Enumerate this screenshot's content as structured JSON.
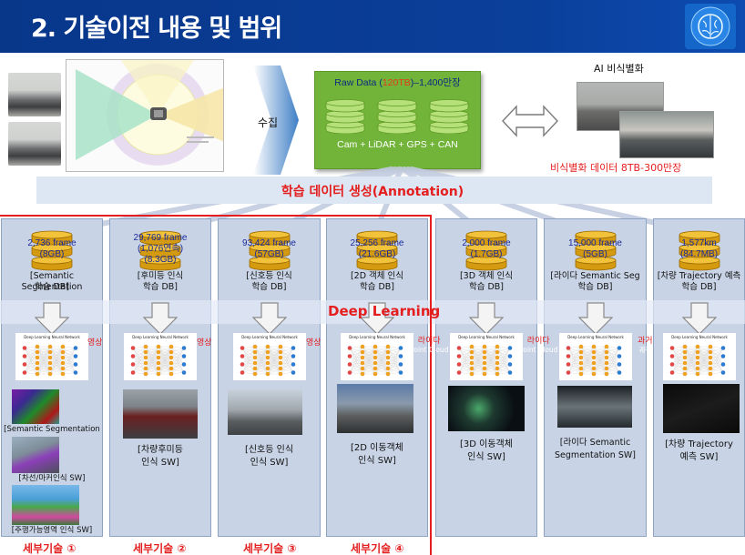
{
  "title": "2. 기술이전 내용 및 범위",
  "collect_label": "수집",
  "raw_data": {
    "title_prefix": "Raw Data (",
    "title_accent": "120TB",
    "title_suffix": ")–1,400만장",
    "sensors": "Cam + LiDAR + GPS + CAN"
  },
  "ai_anonymize": {
    "label": "AI 비식별화",
    "data_label": "비식별화 데이터 8TB-300만장"
  },
  "annotation_label": "학습 데이터 생성(Annotation)",
  "deep_learning_label": "Deep Learning",
  "network_title": "Deep Learning Neural Network",
  "columns": [
    {
      "stat1": "2,736 frame",
      "stat2": "(8GB)",
      "name1": "[Semantic Segmentation",
      "name2": "학습 DB]",
      "input1": "영상",
      "input2": ""
    },
    {
      "stat1": "29,769 frame",
      "stat2": "(1,076연속)",
      "stat3": "(8.3GB)",
      "name1": "[후미등 인식",
      "name2": "학습 DB]",
      "input1": "영상",
      "input2": "",
      "caption1": "[차량후미등",
      "caption2": "인식 SW]"
    },
    {
      "stat1": "93,424 frame",
      "stat2": "(57GB)",
      "name1": "[신호등 인식",
      "name2": "학습 DB]",
      "input1": "영상",
      "input2": "",
      "caption1": "[신호등 인식",
      "caption2": "인식 SW]"
    },
    {
      "stat1": "25,256 frame",
      "stat2": "(21.6GB)",
      "name1": "[2D 객체 인식",
      "name2": "학습 DB]",
      "input1": "라이다",
      "input2": "Point Cloud",
      "caption1": "[2D 이동객체",
      "caption2": "인식 SW]"
    },
    {
      "stat1": "2,000 frame",
      "stat2": "(1.7GB)",
      "name1": "[3D 객체 인식",
      "name2": "학습 DB]",
      "input1": "라이다",
      "input2": "Point Cloud",
      "caption1": "[3D 이동객체",
      "caption2": "인식 SW]"
    },
    {
      "stat1": "15,000 frame",
      "stat2": "(5GB)",
      "name1": "[라이다 Semantic Seg",
      "name2": "학습 DB]",
      "input1": "과거",
      "input2": "궤적",
      "caption1": "[라이다 Semantic",
      "caption2": "Segmentation SW]"
    },
    {
      "stat1": "1,577km",
      "stat2": "(84.7MB)",
      "name1": "[차량 Trajectory 예측",
      "name2": "학습 DB]",
      "input1": "",
      "input2": "",
      "caption1": "[차량 Trajectory",
      "caption2": "예측 SW]"
    }
  ],
  "col1_captions": [
    "[Semantic Segmentation SW]",
    "[차선/마커인식 SW]",
    "[주행가능영역 인식 SW]"
  ],
  "detail_labels": [
    "세부기술 ①",
    "세부기술 ②",
    "세부기술 ③",
    "세부기술 ④"
  ],
  "colors": {
    "accent_red": "#e41e1e",
    "title_blue": "#0a3f9a",
    "raw_green": "#72b43a",
    "stat_blue": "#1a2a9a"
  }
}
